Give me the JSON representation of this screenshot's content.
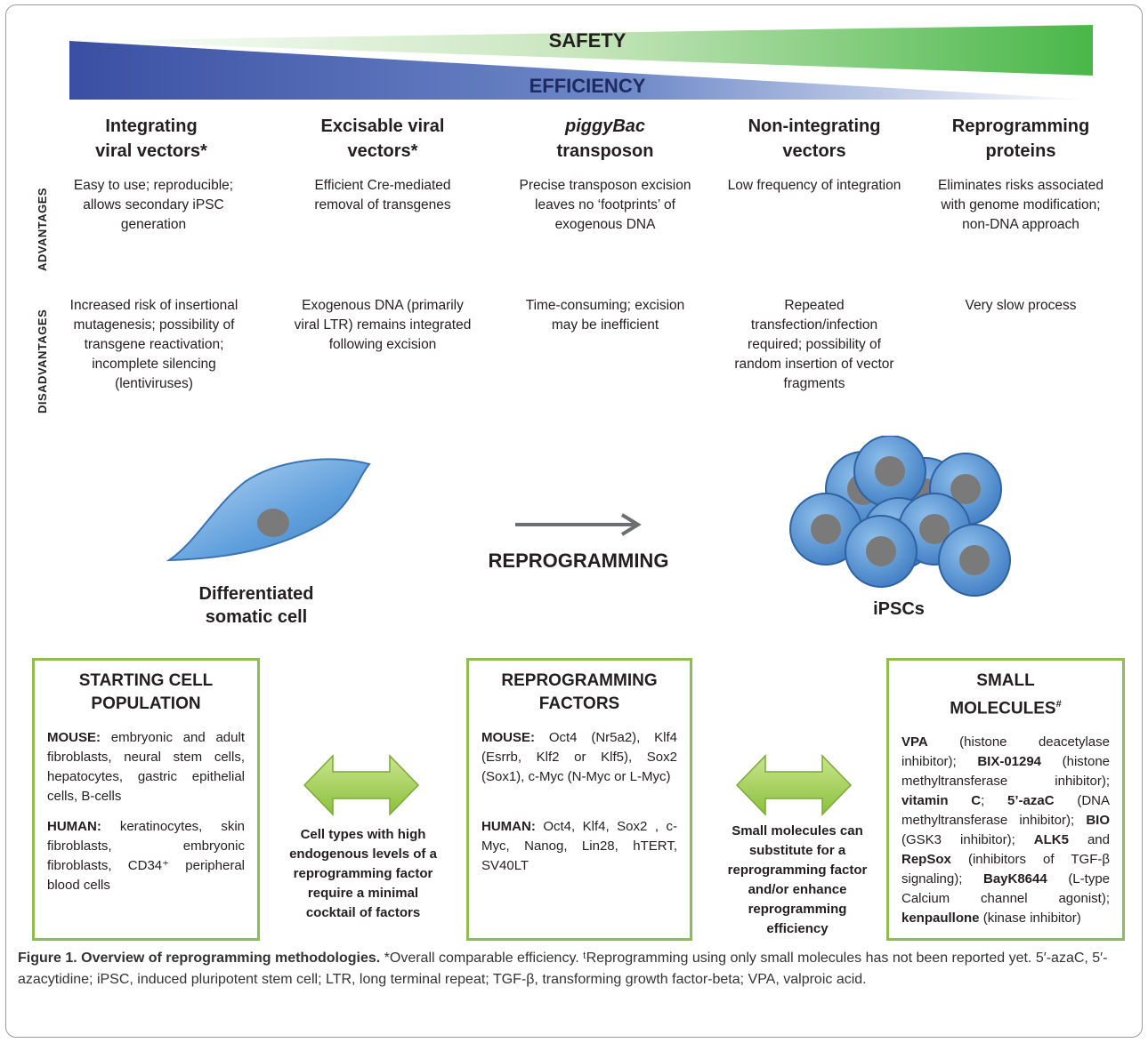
{
  "banner": {
    "top_label": "SAFETY",
    "bottom_label": "EFFICIENCY",
    "top_color": "#4db848",
    "bottom_color": "#3b55a8"
  },
  "row_labels": {
    "advantages": "ADVANTAGES",
    "disadvantages": "DISADVANTAGES"
  },
  "columns": [
    {
      "title_line1": "Integrating",
      "title_line2": "viral vectors*",
      "advantages": "Easy to use; reproducible; allows secondary iPSC generation",
      "disadvantages": "Increased risk of insertional mutagenesis; possibility of transgene reactivation; incomplete silencing (lentiviruses)"
    },
    {
      "title_line1": "Excisable viral",
      "title_line2": "vectors*",
      "advantages": "Efficient Cre-mediated removal of transgenes",
      "disadvantages": "Exogenous DNA (primarily viral LTR) remains integrated following excision"
    },
    {
      "title_line1": "piggyBac",
      "title_line2": "transposon",
      "advantages": "Precise transposon excision leaves no ‘footprints’ of exogenous DNA",
      "disadvantages": "Time-consuming; excision may be inefficient"
    },
    {
      "title_line1": "Non-integrating",
      "title_line2": "vectors",
      "advantages": "Low frequency of integration",
      "disadvantages": "Repeated transfection/infection required; possibility of random insertion of vector fragments"
    },
    {
      "title_line1": "Reprogramming",
      "title_line2": "proteins",
      "advantages": "Eliminates risks associated with genome modification; non-DNA approach",
      "disadvantages": "Very slow process"
    }
  ],
  "middle": {
    "somatic_label_line1": "Differentiated",
    "somatic_label_line2": "somatic cell",
    "reprogramming_label": "REPROGRAMMING",
    "ipsc_label": "iPSCs"
  },
  "boxes": {
    "starting": {
      "title_line1": "STARTING CELL",
      "title_line2": "POPULATION",
      "mouse_label": "MOUSE:",
      "mouse_text": "embryonic and adult fibroblasts, neural stem cells, hepatocytes, gastric epithelial cells, B-cells",
      "human_label": "HUMAN:",
      "human_text": "keratinocytes, skin fibroblasts, embryonic fibroblasts, CD34⁺ peripheral blood cells"
    },
    "factors": {
      "title_line1": "REPROGRAMMING",
      "title_line2": "FACTORS",
      "mouse_label": "MOUSE:",
      "mouse_text": "Oct4 (Nr5a2), Klf4 (Esrrb, Klf2 or Klf5), Sox2 (Sox1), c-Myc (N-Myc or L-Myc)",
      "human_label": "HUMAN:",
      "human_text": "Oct4, Klf4, Sox2 , c-Myc, Nanog, Lin28, hTERT, SV40LT"
    },
    "small": {
      "title_line1": "SMALL",
      "title_line2": "MOLECULES",
      "title_sup": "#",
      "vpa": "VPA",
      "vpa_text": "(histone deacetylase inhibitor);",
      "bix": "BIX-01294",
      "bix_text": "(histone methyltransferase inhibitor);",
      "vitc": "vitamin C",
      "azac": "5’-azaC",
      "azac_text": "(DNA methyltransferase inhibitor);",
      "bio": "BIO",
      "bio_text": "(GSK3 inhibitor);",
      "alk5": "ALK5",
      "and_text": "and",
      "repsox": "RepSox",
      "repsox_text": "(inhibitors of TGF-β signaling);",
      "bayk": "BayK8644",
      "bayk_text": "(L-type Calcium channel agonist);",
      "kenp": "kenpaullone",
      "kenp_text": "(kinase inhibitor)"
    }
  },
  "arrow_texts": {
    "left": "Cell types with high endogenous levels of a reprogramming factor require a minimal cocktail of factors",
    "right": "Small molecules can substitute for a reprogramming factor and/or enhance reprogramming efficiency"
  },
  "caption": {
    "title": "Figure 1. Overview of reprogramming methodologies.",
    "text": "*Overall comparable efficiency. ᵗReprogramming using only small molecules has not been reported yet. 5′-azaC, 5′-azacytidine; iPSC, induced pluripotent stem cell; LTR, long terminal repeat; TGF-β, transforming growth factor-beta; VPA, valproic acid."
  },
  "colors": {
    "box_border": "#8dbe4f",
    "arrow_green": "#9acd4a",
    "cell_blue": "#4a86c8",
    "nucleus_gray": "#7a7a7a"
  }
}
